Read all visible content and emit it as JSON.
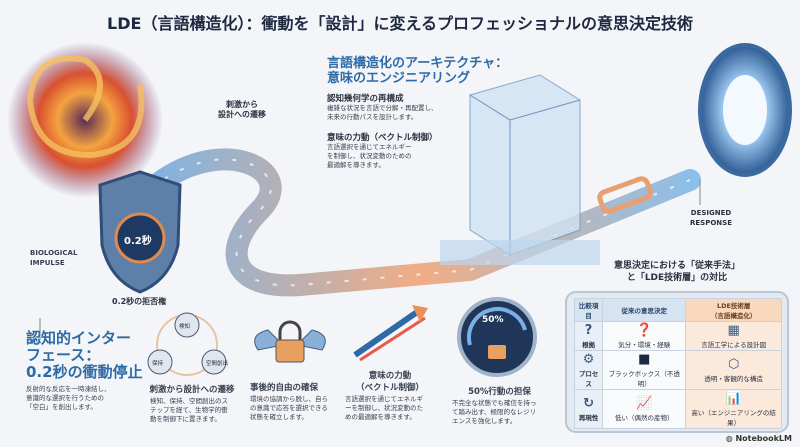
{
  "title": "LDE（言語構造化）：衝動を「設計」に変えるプロフェッショナルの意思決定技術",
  "top_left": {
    "transition_label_1": "刺激から",
    "transition_label_2": "設計への遷移",
    "timer_label": "0.2秒",
    "bio_1": "BIOLOGICAL",
    "bio_2": "IMPULSE",
    "veto_label": "0.2秒の拒否権"
  },
  "architecture": {
    "heading_1": "言語構造化のアーキテクチャ：",
    "heading_2": "意味のエンジニアリング",
    "item1_title": "認知幾何学の再構成",
    "item1_desc_1": "複雑な状況を言語で分解・再配置し、",
    "item1_desc_2": "未来の行動パスを設計します。",
    "item2_title": "意味の力動（ベクトル制御）",
    "item2_desc_1": "言語選択を通じてエネルギー",
    "item2_desc_2": "を制御し、状況変動のための",
    "item2_desc_3": "最適解を導きます。"
  },
  "designed_1": "DESIGNED",
  "designed_2": "RESPONSE",
  "interface": {
    "heading_1": "認知的インター",
    "heading_2": "フェース：",
    "heading_3": "0.2秒の衝動停止",
    "desc_1": "反射的な反応を一時凍結し、",
    "desc_2": "意識的な選択を行うための",
    "desc_3": "「空白」を創出します。"
  },
  "cycle": {
    "nodes": [
      "検知",
      "保持",
      "空間創出"
    ],
    "title": "刺激から設計への遷移",
    "desc_1": "検知、保持、空間創出のス",
    "desc_2": "テップを経て、生物学的衝",
    "desc_3": "動を制御下に置きます。"
  },
  "freedom": {
    "title": "事後的自由の確保",
    "desc_1": "環境の協調から脱し、自ら",
    "desc_2": "の意識で応答を選択できる",
    "desc_3": "状態を確立します。"
  },
  "force": {
    "title_1": "意味の力動",
    "title_2": "（ベクトル制御）",
    "desc_1": "言語選択を通じてエネルギ",
    "desc_2": "ーを制御し、状況変動のた",
    "desc_3": "めの最適解を導きます。"
  },
  "gauge": {
    "value": "50%",
    "percent": 50,
    "title": "50%行動の担保",
    "desc_1": "不完全な状態でも確信を持っ",
    "desc_2": "て踏み出す、極限的なレジリ",
    "desc_3": "エンスを強化します。"
  },
  "comparison": {
    "title_1": "意思決定における「従来手法」",
    "title_2": "と「LDE技術層」の対比",
    "headers": [
      "比較項目",
      "従来の意思決定",
      "LDE技術層",
      "（言語構造化）"
    ],
    "rows": [
      {
        "icon": "question-icon",
        "label": "根拠",
        "old_icon": "fog-question-icon",
        "old": "気分・環境・経験",
        "new_icon": "blueprint-icon",
        "new": "言語工学による設計図"
      },
      {
        "icon": "gear-icon",
        "label": "プロセス",
        "old_icon": "black-box-icon",
        "old": "ブラックボックス（不透明）",
        "new_icon": "transparent-cube-icon",
        "new": "透明・客観的な構造"
      },
      {
        "icon": "cycle-icon",
        "label": "再現性",
        "old_icon": "erratic-chart-icon",
        "old": "低い（偶然の産物）",
        "new_icon": "growth-chart-icon",
        "new": "高い（エンジニアリングの結果）"
      }
    ]
  },
  "brand": "NotebookLM",
  "colors": {
    "accent_blue": "#2d6aa6",
    "orange": "#e8925a",
    "navy": "#1e2840"
  }
}
